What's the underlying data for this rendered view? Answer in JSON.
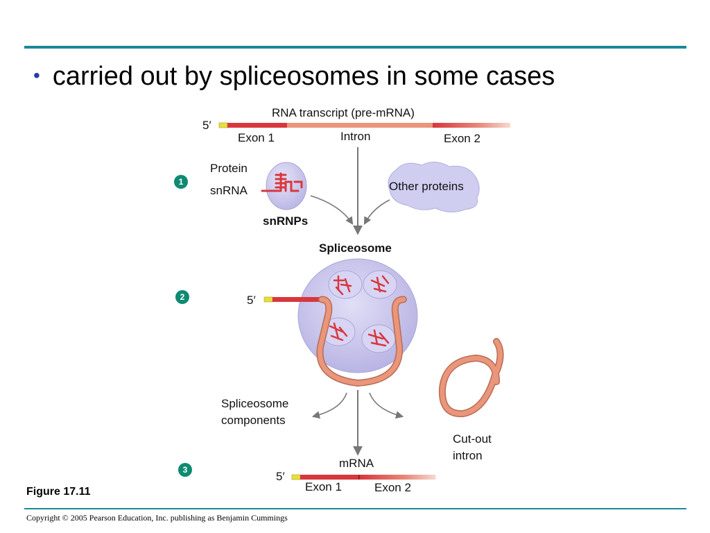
{
  "bullet": "carried out by spliceosomes in some cases",
  "diagram": {
    "pre_mrna_title": "RNA transcript (pre-mRNA)",
    "five_prime": "5′",
    "exon1": "Exon 1",
    "intron": "Intron",
    "exon2": "Exon 2",
    "protein": "Protein",
    "snrna": "snRNA",
    "snrnps": "snRNPs",
    "other_proteins": "Other proteins",
    "spliceosome": "Spliceosome",
    "spliceosome_components": [
      "Spliceosome",
      "components"
    ],
    "cut_out_intron": [
      "Cut-out",
      "intron"
    ],
    "mrna": "mRNA",
    "steps": [
      "1",
      "2",
      "3"
    ]
  },
  "figure": "Figure 17.11",
  "copyright": "Copyright © 2005 Pearson Education, Inc. publishing as Benjamin Cummings",
  "colors": {
    "accent_rule": "#1a8a96",
    "exon_red": "#d8373d",
    "intron_salmon": "#e9967a",
    "spliceosome_lavender": "#c9c6ec",
    "step_green": "#0f8a72",
    "cap_yellow": "#e8e03a"
  }
}
